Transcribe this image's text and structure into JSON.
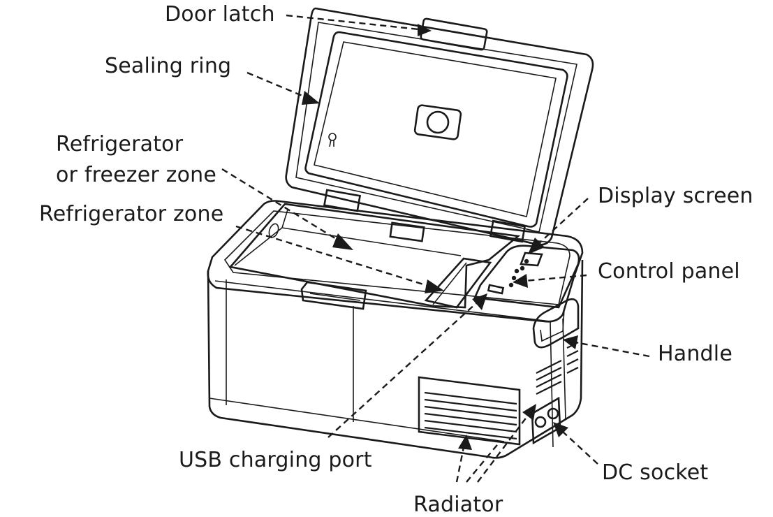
{
  "labels": {
    "door_latch": "Door latch",
    "sealing_ring": "Sealing ring",
    "fridge_freezer_line1": "Refrigerator",
    "fridge_freezer_line2": "or freezer zone",
    "refrigerator_zone": "Refrigerator zone",
    "display_screen": "Display screen",
    "control_panel": "Control panel",
    "handle": "Handle",
    "usb_port": "USB charging port",
    "dc_socket": "DC socket",
    "radiator": "Radiator"
  },
  "colors": {
    "ink": "#1a1a1a",
    "background": "#ffffff"
  }
}
